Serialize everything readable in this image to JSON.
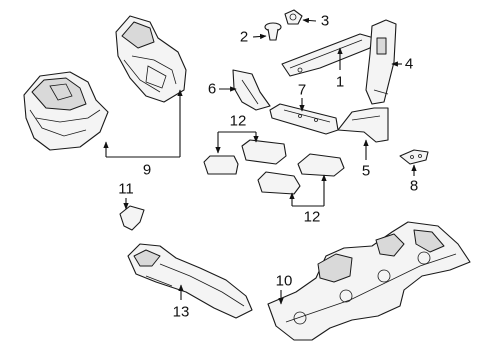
{
  "diagram": {
    "callouts": [
      {
        "id": "1",
        "text": "1"
      },
      {
        "id": "2",
        "text": "2"
      },
      {
        "id": "3",
        "text": "3"
      },
      {
        "id": "4",
        "text": "4"
      },
      {
        "id": "5",
        "text": "5"
      },
      {
        "id": "6",
        "text": "6"
      },
      {
        "id": "7",
        "text": "7"
      },
      {
        "id": "8",
        "text": "8"
      },
      {
        "id": "9",
        "text": "9"
      },
      {
        "id": "10",
        "text": "10"
      },
      {
        "id": "11",
        "text": "11"
      },
      {
        "id": "12a",
        "text": "12"
      },
      {
        "id": "12b",
        "text": "12"
      },
      {
        "id": "13",
        "text": "13"
      }
    ]
  }
}
